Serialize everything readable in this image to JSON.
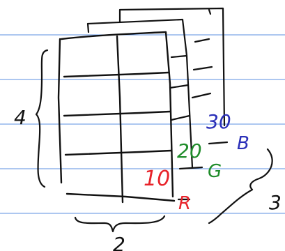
{
  "labels": {
    "rows": "4",
    "cols": "2",
    "channels": "3",
    "r_value": "10",
    "g_value": "20",
    "b_value": "30",
    "r_letter": "R",
    "g_letter": "G",
    "b_letter": "B"
  },
  "colors": {
    "paper": "#ffffff",
    "ruling": "#5b8fe0",
    "ink": "#111111",
    "red": "#e8232a",
    "green": "#1f8c2a",
    "blue": "#2a2fb8"
  }
}
